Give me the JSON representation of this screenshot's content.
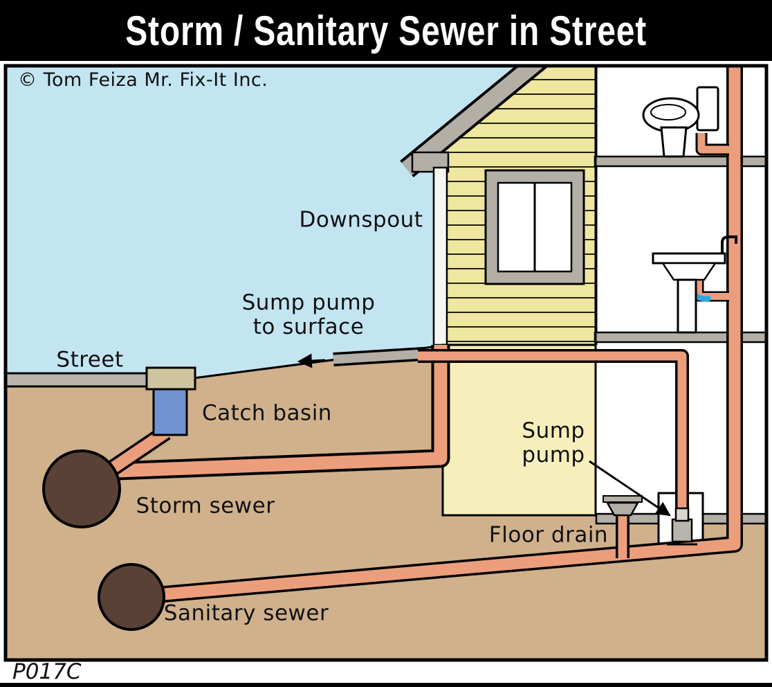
{
  "title_bar": {
    "title": "Storm / Sanitary Sewer in Street"
  },
  "credit": "© Tom Feiza Mr. Fix-It Inc.",
  "figure_code": "P017C",
  "labels": {
    "downspout": "Downspout",
    "sump_pump_to_surface": "Sump pump\nto surface",
    "street": "Street",
    "catch_basin": "Catch basin",
    "storm_sewer": "Storm sewer",
    "sump_pump": "Sump\npump",
    "floor_drain": "Floor drain",
    "sanitary_sewer": "Sanitary sewer"
  },
  "colors": {
    "sky": "#c3e5f2",
    "ground": "#d0b18c",
    "siding": "#efe6a0",
    "foundation": "#f6efbb",
    "pipe": "#ec9e7c",
    "gray": "#b3afa7",
    "basin_blue": "#6f94cf",
    "sewer_brown": "#5a4136",
    "water_blue": "#2fa8df",
    "street_gray": "#b9b5ad",
    "curb": "#cec49f",
    "title_bg": "#000000",
    "title_fg": "#ffffff"
  }
}
